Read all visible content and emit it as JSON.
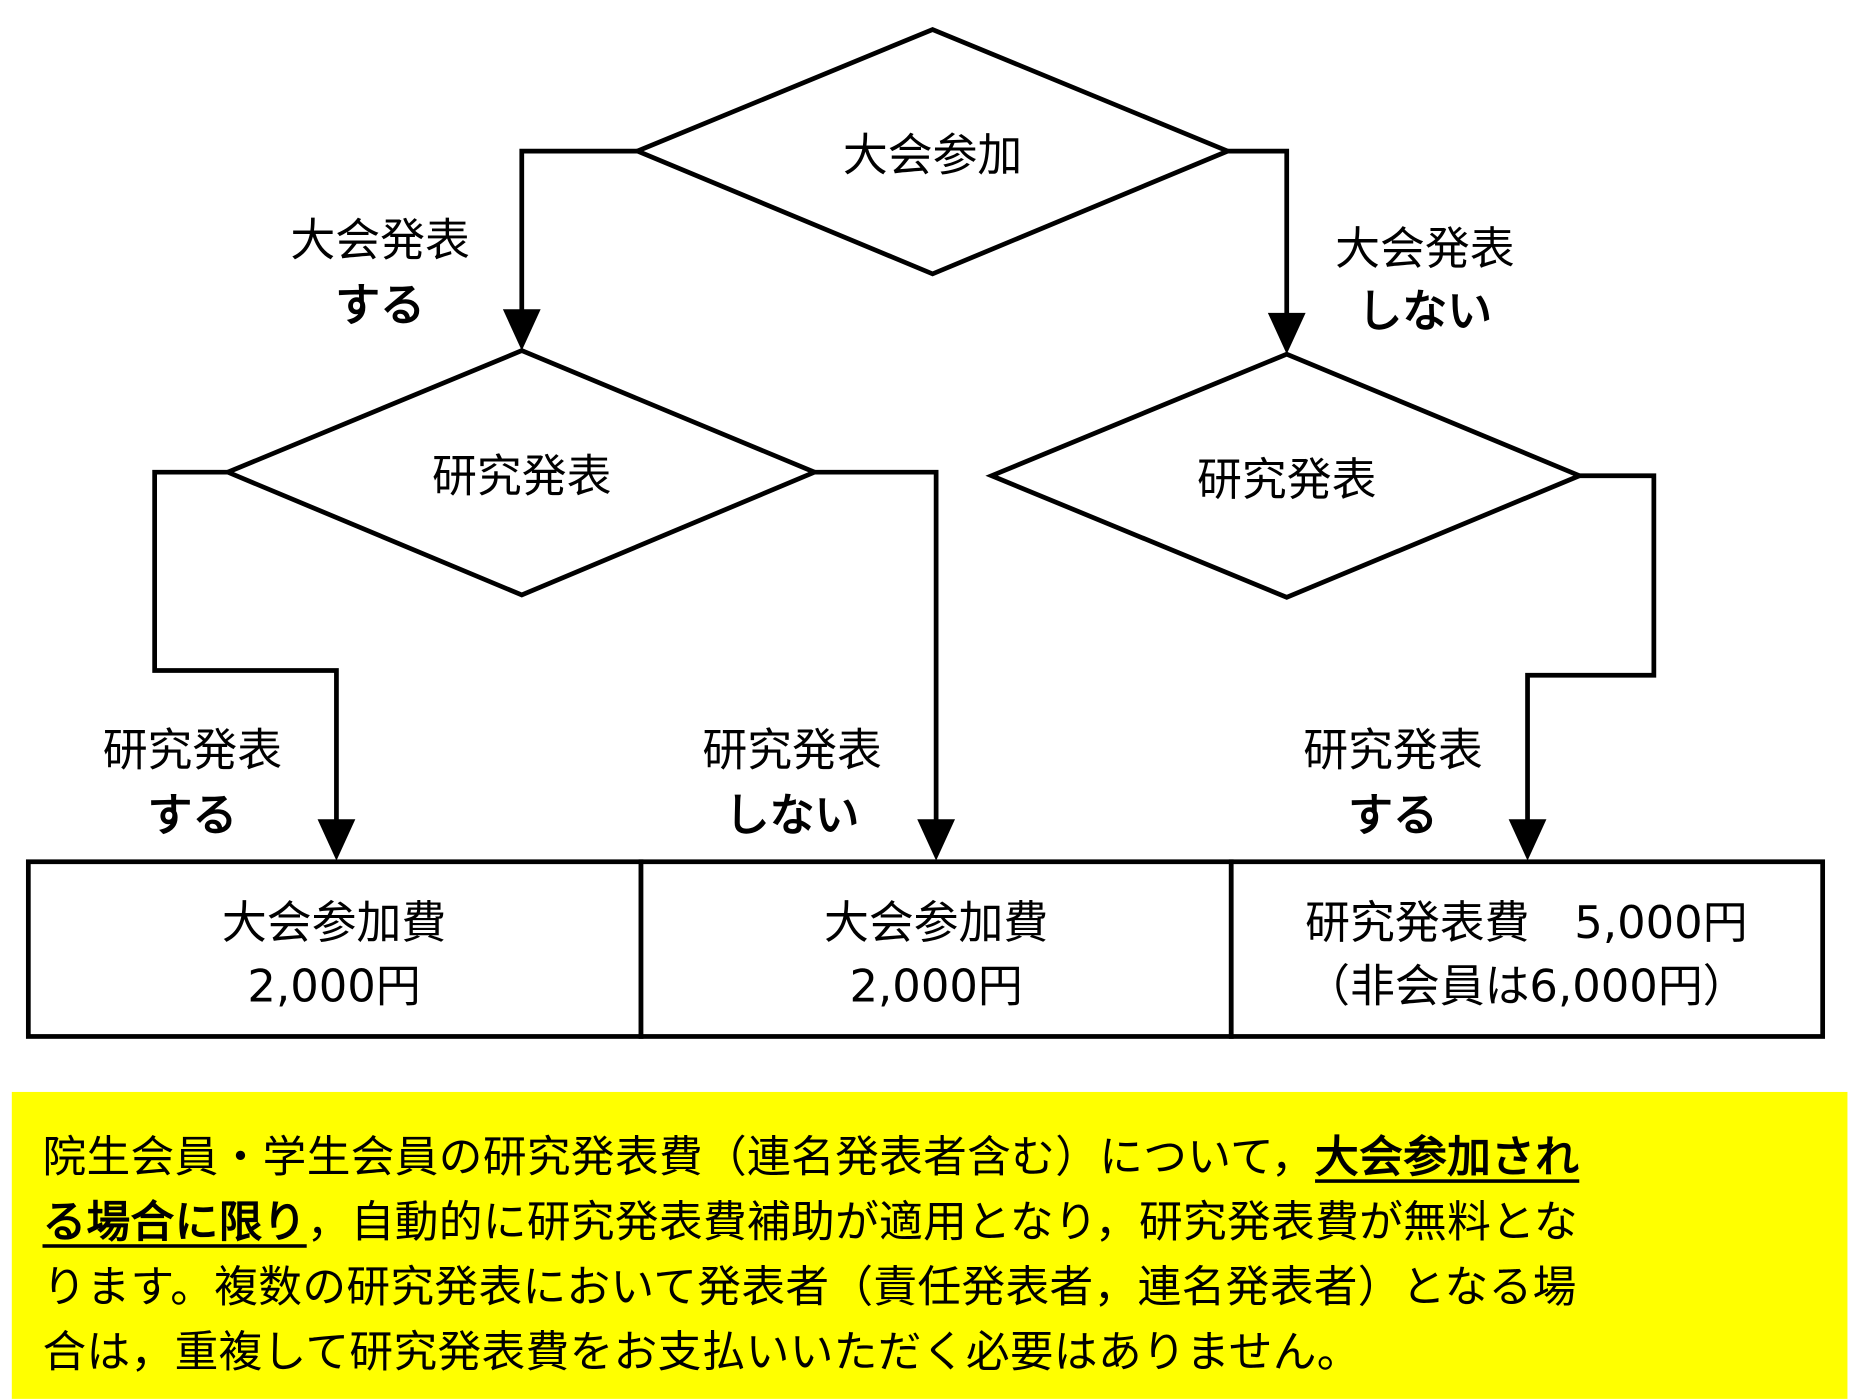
{
  "decision_top": "大会参加",
  "branch_top_left": {
    "line1": "大会発表",
    "line2": "する"
  },
  "branch_top_right": {
    "line1": "大会発表",
    "line2": "しない"
  },
  "decision_left": "研究発表",
  "decision_right": "研究発表",
  "branch_left_left": {
    "line1": "研究発表",
    "line2": "する"
  },
  "branch_left_right": {
    "line1": "研究発表",
    "line2": "しない"
  },
  "branch_right": {
    "line1": "研究発表",
    "line2": "する"
  },
  "results": [
    {
      "line1": "大会参加費",
      "line2": "2,000円"
    },
    {
      "line1": "大会参加費",
      "line2": "2,000円"
    },
    {
      "line1": "研究発表費　5,000円",
      "line2": "（非会員は6,000円）"
    }
  ],
  "note": {
    "line1_a": "院生会員・学生会員の研究発表費（連名発表者含む）について，",
    "line1_u": "大会参加され",
    "line2_u": "る場合に限り",
    "line2_b": "，自動的に研究発表費補助が適用となり，研究発表費が無料とな",
    "line3": "ります。複数の研究発表において発表者（責任発表者，連名発表者）となる場",
    "line4": "合は，重複して研究発表費をお支払いいただく必要はありません。"
  },
  "colors": {
    "note_bg": "#ffff00",
    "line": "#000000"
  }
}
